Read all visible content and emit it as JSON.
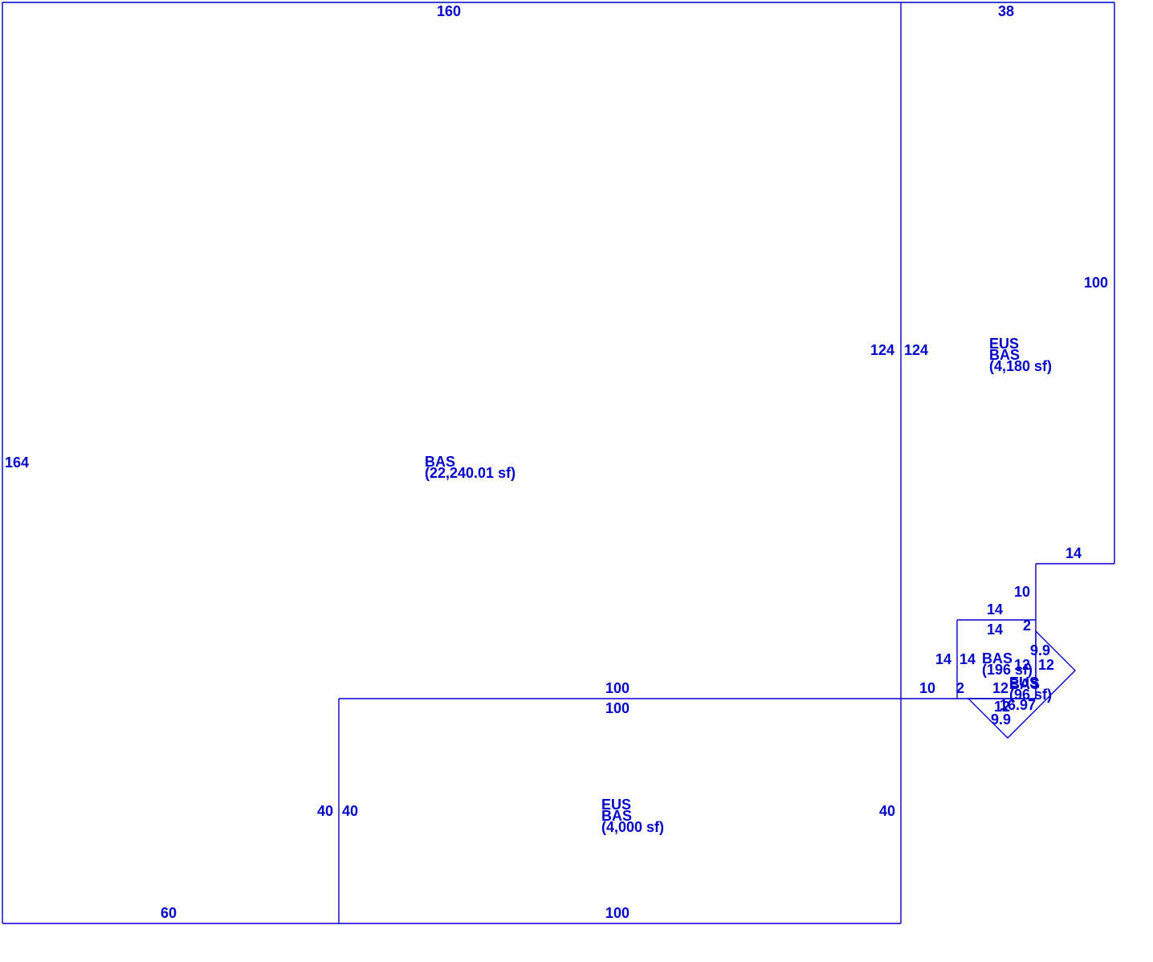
{
  "colors": {
    "line": "#0000cc",
    "text": "#0000cc",
    "background": "#ffffff"
  },
  "areas": {
    "main": {
      "code": "BAS",
      "size": "(22,240.01 sf)"
    },
    "upper_right": {
      "code1": "EUS",
      "code2": "BAS",
      "size": "(4,180 sf)"
    },
    "lower_center": {
      "code1": "EUS",
      "code2": "BAS",
      "size": "(4,000 sf)"
    },
    "small_square": {
      "code": "BAS",
      "size": "(196 sf)"
    },
    "diamond": {
      "code1": "EUS",
      "code2": "BAS",
      "size": "(96 sf)"
    }
  },
  "dimensions": {
    "top_main": "160",
    "top_right": "38",
    "left_main": "164",
    "bottom_left": "60",
    "bottom_center": "100",
    "right_upper": "100",
    "divider_left": "124",
    "divider_right": "124",
    "lower_top_outer": "100",
    "lower_top_inner": "100",
    "lower_left_outer": "40",
    "lower_left_inner": "40",
    "lower_right": "40",
    "step_top": "14",
    "step_side": "10",
    "sq_top_outer": "14",
    "sq_top_inner": "14",
    "sq_left_outer": "14",
    "sq_left_inner": "14",
    "connector_len": "10",
    "connector_2a": "2",
    "connector_2b": "2",
    "diamond_9_9_top": "9.9",
    "diamond_12_right": "12",
    "diamond_12_inner_top": "12",
    "diamond_12_inner_left": "12",
    "diamond_12_inner_bottom": "12",
    "diamond_16_97": "16.97",
    "diamond_9_9_bottom": "9.9"
  }
}
